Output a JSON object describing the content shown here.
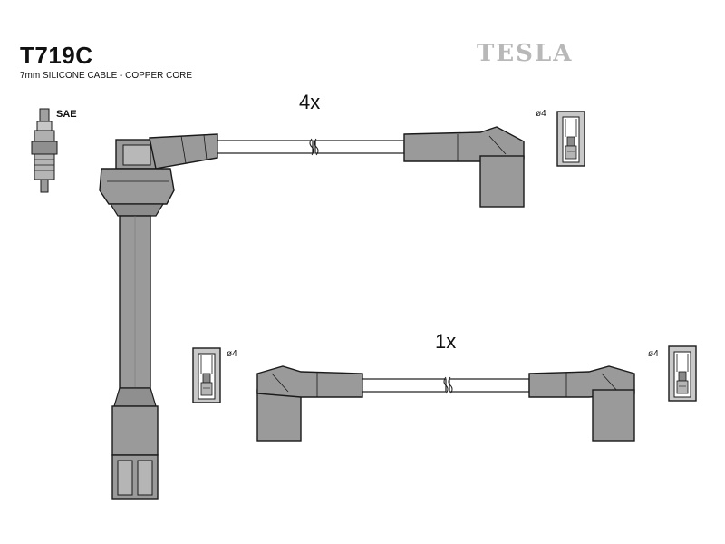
{
  "header": {
    "part_number": "T719C",
    "description": "7mm SILICONE CABLE - COPPER CORE",
    "brand": "TESLA"
  },
  "labels": {
    "spark_plug_standard": "SAE",
    "quantity_long_set": "4x",
    "quantity_short_set": "1x",
    "terminal_diameter": "ø4"
  },
  "colors": {
    "part_fill": "#9a9a9a",
    "outline": "#1a1a1a",
    "brand_gray": "#b8b8b8"
  }
}
